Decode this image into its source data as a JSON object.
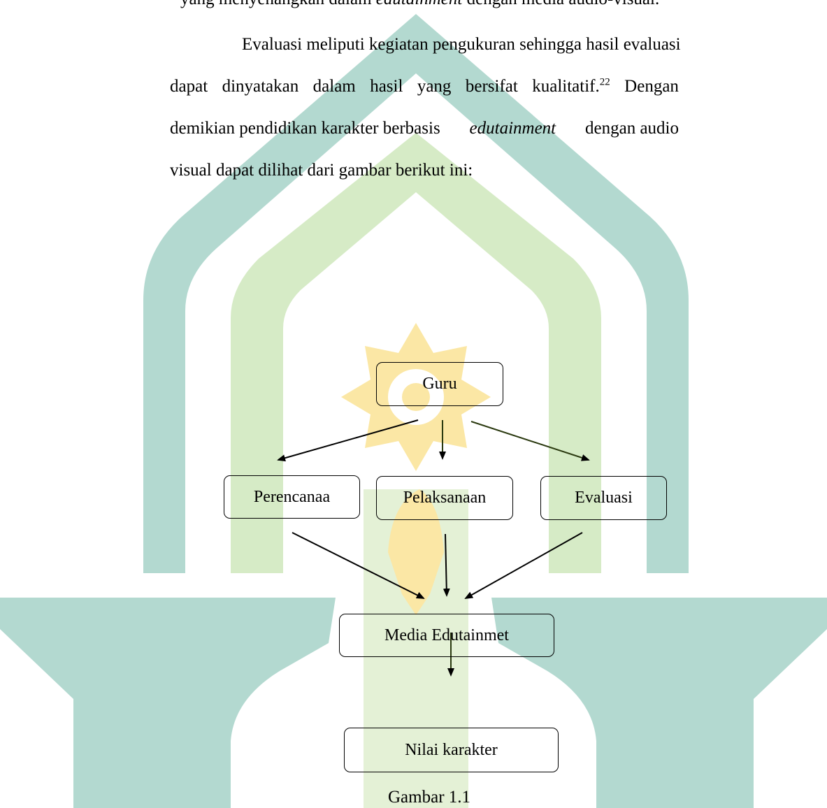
{
  "page": {
    "top_line_fragment_1": "yang menyenangkan dalam ",
    "top_line_italic": "edutainment",
    "top_line_fragment_2": " dengan media audio-visual.",
    "paragraph_line_1": "Evaluasi meliputi kegiatan pengukuran sehingga hasil evaluasi",
    "paragraph_line_2_words": [
      "dapat",
      "dinyatakan",
      "dalam",
      "hasil",
      "yang",
      "bersifat"
    ],
    "paragraph_line_2_last": "kualitatif.",
    "footnote_ref": "22",
    "paragraph_line_2_after": "Dengan",
    "paragraph_line_3_a": "demikian pendidikan karakter berbasis ",
    "paragraph_line_3_italic": "edutainment",
    "paragraph_line_3_b": " dengan audio",
    "paragraph_line_4": "visual dapat dilihat dari gambar berikut ini:",
    "caption": "Gambar 1.1"
  },
  "diagram": {
    "guru": "Guru",
    "perencanaan": "Perencanaa",
    "pelaksanaan": "Pelaksanaan",
    "evaluasi": "Evaluasi",
    "media": "Media Edutainmet",
    "nilai": "Nilai karakter"
  },
  "colors": {
    "watermark_teal": "#b3d9d0",
    "watermark_green": "#d6ebc6",
    "watermark_gold": "#fbe7a5",
    "arrow_dark": "#2b3a10"
  }
}
